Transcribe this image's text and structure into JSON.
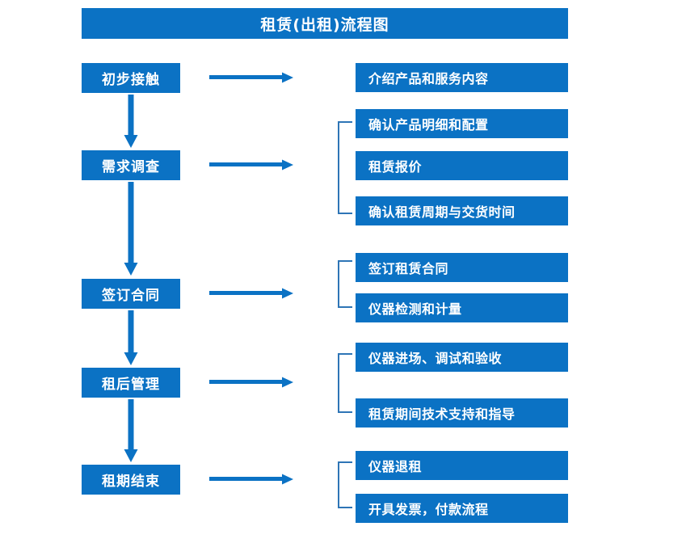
{
  "chart_data": {
    "type": "diagram",
    "title": "租赁(出租)流程图",
    "diagram_kind": "flowchart",
    "orientation": "vertical-stages-with-horizontal-details",
    "colors": {
      "box_fill": "#0b72c4",
      "box_text": "#ffffff",
      "arrow": "#0b72c4",
      "bracket": "#2e75b6",
      "background": "#ffffff"
    },
    "stages": [
      {
        "id": "stage-1",
        "label": "初步接触",
        "details": [
          "介绍产品和服务内容"
        ],
        "bracketed": false
      },
      {
        "id": "stage-2",
        "label": "需求调查",
        "details": [
          "确认产品明细和配置",
          "租赁报价",
          "确认租赁周期与交货时间"
        ],
        "bracketed": true
      },
      {
        "id": "stage-3",
        "label": "签订合同",
        "details": [
          "签订租赁合同",
          "仪器检测和计量"
        ],
        "bracketed": true
      },
      {
        "id": "stage-4",
        "label": "租后管理",
        "details": [
          "仪器进场、调试和验收",
          "租赁期间技术支持和指导"
        ],
        "bracketed": true
      },
      {
        "id": "stage-5",
        "label": "租期结束",
        "details": [
          "仪器退租",
          "开具发票，付款流程"
        ],
        "bracketed": true
      }
    ],
    "flow_connectors": {
      "vertical_count": 4,
      "horizontal_count": 5,
      "bracket_count": 4
    }
  },
  "title": {
    "text": "租赁(出租)流程图"
  },
  "stages": [
    {
      "label": "初步接触"
    },
    {
      "label": "需求调查"
    },
    {
      "label": "签订合同"
    },
    {
      "label": "租后管理"
    },
    {
      "label": "租期结束"
    }
  ],
  "details": [
    {
      "label": "介绍产品和服务内容"
    },
    {
      "label": "确认产品明细和配置"
    },
    {
      "label": "租赁报价"
    },
    {
      "label": "确认租赁周期与交货时间"
    },
    {
      "label": "签订租赁合同"
    },
    {
      "label": "仪器检测和计量"
    },
    {
      "label": "仪器进场、调试和验收"
    },
    {
      "label": "租赁期间技术支持和指导"
    },
    {
      "label": "仪器退租"
    },
    {
      "label": "开具发票，付款流程"
    }
  ]
}
